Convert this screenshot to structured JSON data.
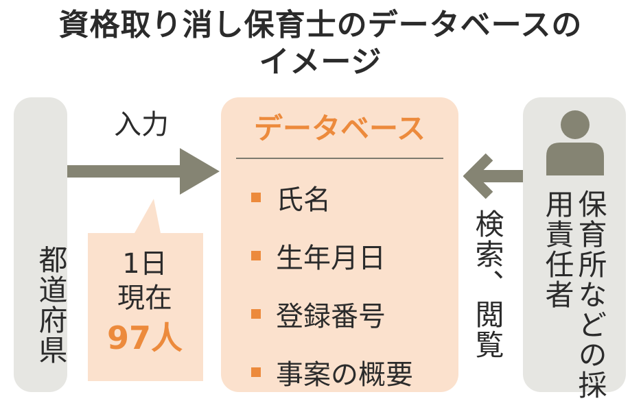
{
  "title": {
    "line1": "資格取り消し保育士のデータベースの",
    "line2": "イメージ"
  },
  "left_box": {
    "label": "都道府県"
  },
  "input_arrow": {
    "label": "入力"
  },
  "callout": {
    "line1": "1日",
    "line2": "現在",
    "count": "97人"
  },
  "database": {
    "title": "データベース",
    "items": [
      "氏名",
      "生年月日",
      "登録番号",
      "事案の概要"
    ]
  },
  "search_arrow": {
    "label": "検索、閲覧"
  },
  "right_box": {
    "label": "保育所などの採用責任者",
    "icon": "person-icon"
  },
  "colors": {
    "accent": "#ec8a3c",
    "center_fill": "#fbe1cd",
    "side_fill": "#e6e6e2",
    "arrow": "#858473",
    "text": "#2b2b2b"
  }
}
